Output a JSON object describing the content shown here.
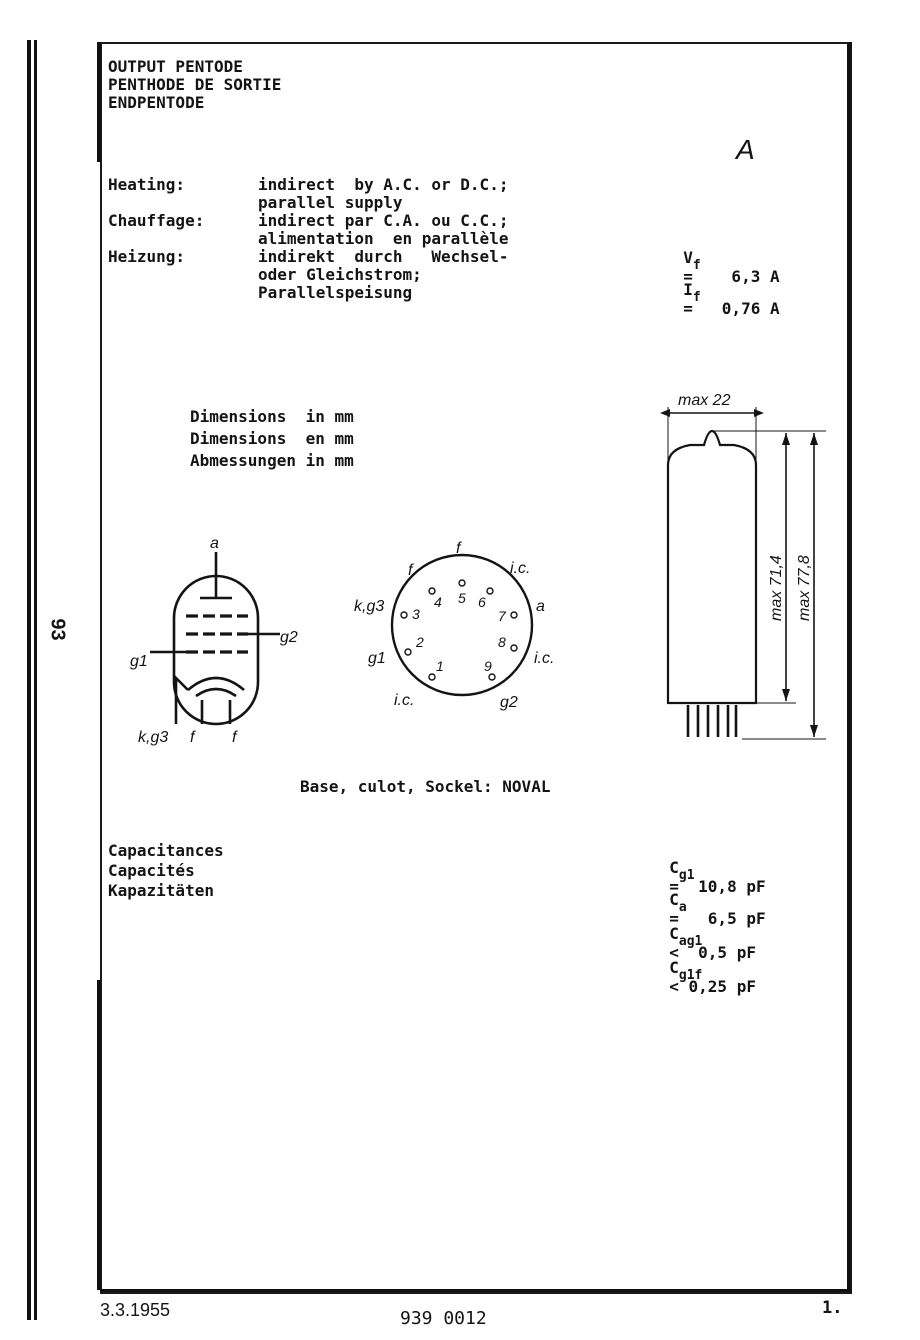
{
  "side_number": "93",
  "header": {
    "line1": "OUTPUT PENTODE",
    "line2": "PENTHODE DE SORTIE",
    "line3": "ENDPENTODE",
    "annotation": "A"
  },
  "heating": {
    "label_en": "Heating:",
    "text_en_1": "indirect  by A.C. or D.C.;",
    "text_en_2": "parallel supply",
    "label_fr": "Chauffage:",
    "text_fr_1": "indirect par C.A. ou C.C.;",
    "text_fr_2": "alimentation  en parallèle",
    "label_de": "Heizung:",
    "text_de_1": "indirekt  durch   Wechsel-",
    "text_de_2": "oder Gleichstrom;",
    "text_de_3": "Parallelspeisung",
    "vf_symbol": "V",
    "vf_sub": "f",
    "vf_value": "=    6,3 A",
    "if_symbol": "I",
    "if_sub": "f",
    "if_value": "=   0,76 A"
  },
  "dimensions": {
    "line1": "Dimensions  in mm",
    "line2": "Dimensions  en mm",
    "line3": "Abmessungen in mm"
  },
  "symbol_labels": {
    "a": "a",
    "g1": "g1",
    "g2": "g2",
    "kg3": "k,g3",
    "f1": "f",
    "f2": "f"
  },
  "base_labels": {
    "f": "f",
    "ic_top": "i.c.",
    "kg3": "k,g3",
    "f_left": "f",
    "a": "a",
    "g1": "g1",
    "ic_right": "i.c.",
    "ic_bottom": "i.c.",
    "g2": "g2",
    "pins": [
      "1",
      "2",
      "3",
      "4",
      "5",
      "6",
      "7",
      "8",
      "9"
    ]
  },
  "outline": {
    "width_label": "max 22",
    "height1": "max 71,4",
    "height2": "max 77,8"
  },
  "base_caption": "Base, culot, Sockel: NOVAL",
  "capacitances": {
    "label_en": "Capacitances",
    "label_fr": "Capacités",
    "label_de": "Kapazitäten",
    "rows": [
      {
        "sym": "C",
        "sub": "g1",
        "value": "=  10,8 pF"
      },
      {
        "sym": "C",
        "sub": "a",
        "value": "=   6,5 pF"
      },
      {
        "sym": "C",
        "sub": "ag1",
        "value": "<  0,5 pF"
      },
      {
        "sym": "C",
        "sub": "g1f",
        "value": "< 0,25 pF"
      }
    ]
  },
  "footer": {
    "date": "3.3.1955",
    "code": "939 0012",
    "page": "1."
  }
}
